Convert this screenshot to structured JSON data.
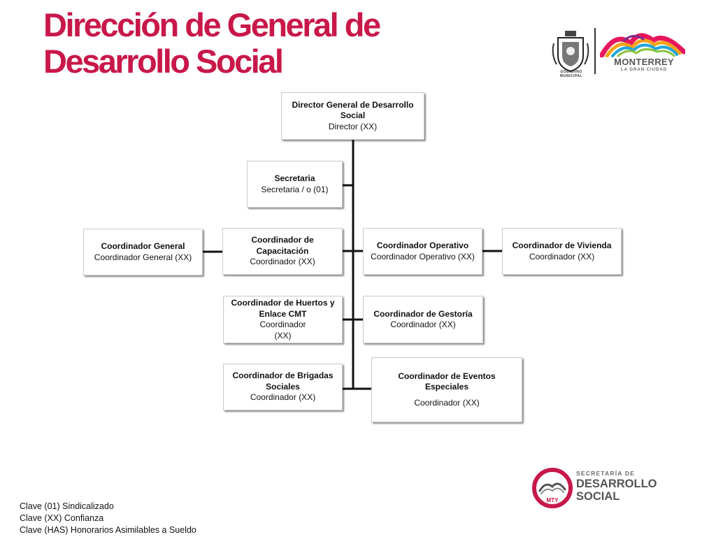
{
  "title": {
    "line1": "Dirección de  General de",
    "line2": "Desarrollo Social"
  },
  "org_chart": {
    "director": {
      "title": "Director General de Desarrollo Social",
      "subtitle": "Director (XX)"
    },
    "secretaria": {
      "title": "Secretaria",
      "subtitle": "Secretaria / o (01)"
    },
    "coordinador_general": {
      "title": "Coordinador General",
      "subtitle": "Coordinador General (XX)"
    },
    "coordinador_capacitacion": {
      "title": "Coordinador de Capacitación",
      "subtitle": "Coordinador (XX)"
    },
    "coordinador_operativo": {
      "title": "Coordinador Operativo",
      "subtitle": "Coordinador Operativo (XX)"
    },
    "coordinador_vivienda": {
      "title": "Coordinador de Vivienda",
      "subtitle": "Coordinador (XX)"
    },
    "coordinador_huertos": {
      "title": "Coordinador de Huertos y Enlace CMT",
      "subtitle_line1": "Coordinador",
      "subtitle_line2": "(XX)"
    },
    "coordinador_gestoria": {
      "title": "Coordinador de Gestoría",
      "subtitle": "Coordinador (XX)"
    },
    "coordinador_brigadas": {
      "title": "Coordinador de Brigadas Sociales",
      "subtitle": "Coordinador (XX)"
    },
    "coordinador_eventos": {
      "title": "Coordinador de Eventos Especiales",
      "subtitle": "Coordinador (XX)"
    }
  },
  "legend": [
    "Clave (01) Sindicalizado",
    "Clave (XX) Confianza",
    "Clave (HAS) Honorarios Asimilables a  Sueldo"
  ],
  "logos": {
    "gobierno_label": "GOBIERNO MUNICIPAL",
    "monterrey_name": "MONTERREY",
    "monterrey_tagline": "LA GRAN CIUDAD",
    "secretaria_small": "SECRETARÍA DE",
    "secretaria_line1": "DESARROLLO",
    "secretaria_line2": "SOCIAL",
    "emblem_text": "MTY"
  },
  "colors": {
    "title": "#c8184a",
    "connector": "#111111",
    "box_border": "#c9c9c9",
    "logo_red": "#c8184a"
  }
}
